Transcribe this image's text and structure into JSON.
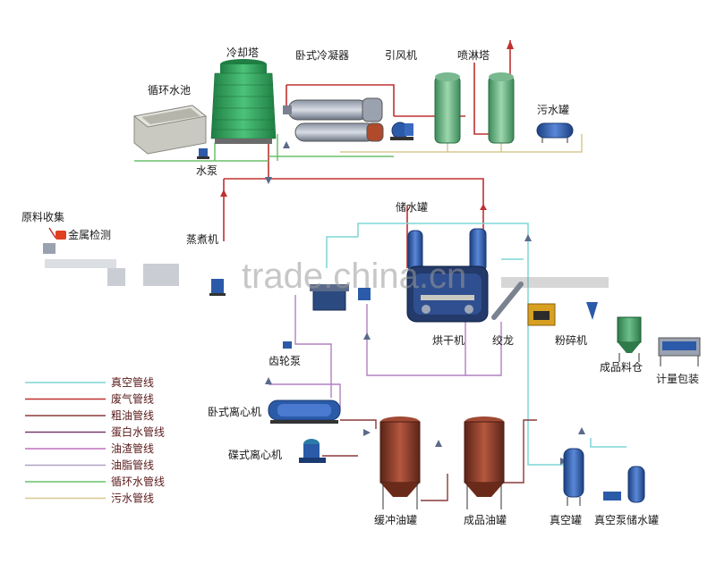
{
  "labels": {
    "cooling_tower": "冷却塔",
    "horizontal_condenser": "卧式冷凝器",
    "induced_fan": "引风机",
    "spray_tower": "喷淋塔",
    "circulating_pool": "循环水池",
    "sewage_tank": "污水罐",
    "water_pump": "水泵",
    "raw_collection": "原料收集",
    "metal_detection": "金属检测",
    "cooker": "蒸煮机",
    "water_storage_tank": "储水罐",
    "dryer": "烘干机",
    "screw_conveyor": "绞龙",
    "crusher": "粉碎机",
    "product_silo": "成品料仓",
    "metering_packing": "计量包装",
    "gear_pump": "齿轮泵",
    "horizontal_centrifuge": "卧式离心机",
    "disc_centrifuge": "碟式离心机",
    "buffer_oil_tank": "缓冲油罐",
    "product_oil_tank": "成品油罐",
    "vacuum_tank": "真空罐",
    "vacuum_pump_water_tank": "真空泵储水罐"
  },
  "legend": [
    {
      "label": "真空管线",
      "color": "#7fd6d6"
    },
    {
      "label": "废气管线",
      "color": "#c03030"
    },
    {
      "label": "粗油管线",
      "color": "#8a3a3a"
    },
    {
      "label": "蛋白水管线",
      "color": "#7a3a6a"
    },
    {
      "label": "油渣管线",
      "color": "#c070c0"
    },
    {
      "label": "油脂管线",
      "color": "#b0a0c0"
    },
    {
      "label": "循环水管线",
      "color": "#6ac06a"
    },
    {
      "label": "污水管线",
      "color": "#d8c890"
    }
  ],
  "watermark": "trade.china.cn",
  "colors": {
    "steam_red": "#c03030",
    "vacuum_cyan": "#7fd6d6",
    "circ_green": "#6ac06a",
    "sewage_tan": "#d8c890",
    "tower_green": "#2f9e57",
    "tank_blue": "#2b5aa8",
    "oil_tank_brown": "#8a3a2a"
  },
  "icons": [
    "cooling-tower-icon",
    "condenser-icon",
    "fan-icon",
    "spray-tower-icon",
    "pool-icon",
    "pump-icon",
    "tank-icon",
    "dryer-icon",
    "crusher-icon",
    "silo-icon",
    "packing-machine-icon",
    "centrifuge-icon",
    "oil-tank-icon"
  ]
}
